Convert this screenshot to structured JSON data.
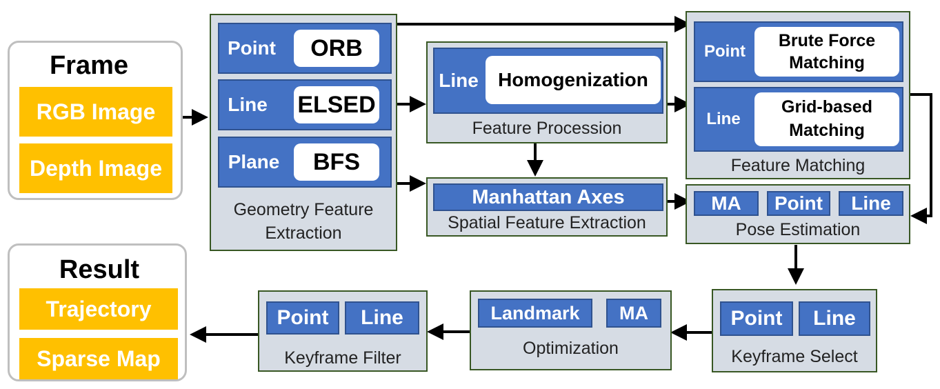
{
  "frame": {
    "title": "Frame",
    "items": [
      "RGB Image",
      "Depth Image"
    ]
  },
  "result": {
    "title": "Result",
    "items": [
      "Trajectory",
      "Sparse Map"
    ]
  },
  "geometry": {
    "caption_line1": "Geometry Feature",
    "caption_line2": "Extraction",
    "rows": [
      {
        "label": "Point",
        "method": "ORB"
      },
      {
        "label": "Line",
        "method": "ELSED"
      },
      {
        "label": "Plane",
        "method": "BFS"
      }
    ]
  },
  "processing": {
    "label": "Line",
    "method": "Homogenization",
    "caption": "Feature Procession"
  },
  "spatial": {
    "bar": "Manhattan Axes",
    "caption": "Spatial Feature Extraction"
  },
  "matching": {
    "caption": "Feature Matching",
    "rows": [
      {
        "label": "Point",
        "method_line1": "Brute Force",
        "method_line2": "Matching"
      },
      {
        "label": "Line",
        "method_line1": "Grid-based",
        "method_line2": "Matching"
      }
    ]
  },
  "pose": {
    "items": [
      "MA",
      "Point",
      "Line"
    ],
    "caption": "Pose Estimation"
  },
  "keyframe_select": {
    "items": [
      "Point",
      "Line"
    ],
    "caption": "Keyframe Select"
  },
  "optimization": {
    "items": [
      "Landmark",
      "MA"
    ],
    "caption": "Optimization"
  },
  "keyframe_filter": {
    "items": [
      "Point",
      "Line"
    ],
    "caption": "Keyframe Filter"
  }
}
